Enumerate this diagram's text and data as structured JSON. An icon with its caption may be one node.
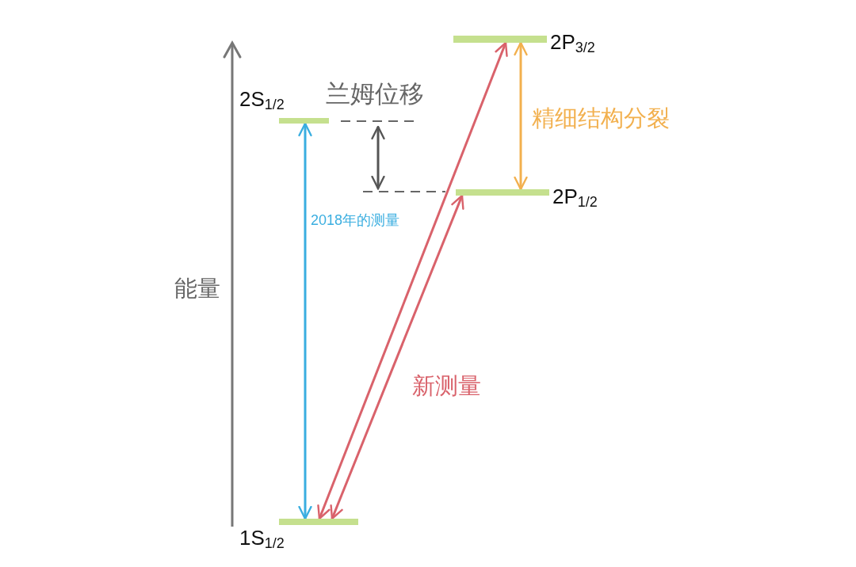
{
  "diagram": {
    "nodes": [
      {
        "text": [
          "2P$_{3/2}$"
        ]
      },
      {
        "text": [
          "2S$_{1/2}$"
        ]
      },
      {
        "text": [
          "2P$_{1/2}$"
        ]
      },
      {
        "text": [
          "1S$_{1/2}$"
        ]
      }
    ],
    "edges": [
      {
        "from": 3,
        "to": 1,
        "arrow": "both",
        "label": "2018年的测量",
        "color": "#3aaee0"
      },
      {
        "from": 3,
        "to": 0,
        "arrow": "both",
        "color": "#d9626b"
      },
      {
        "from": 3,
        "to": 2,
        "arrow": "both",
        "label": "新测量",
        "color": "#d9626b"
      },
      {
        "from": 2,
        "to": 0,
        "arrow": "both",
        "label": "精细结构分裂",
        "color": "#f2b04e"
      }
    ],
    "labels": [
      "能量",
      "兰姆位移"
    ]
  }
}
